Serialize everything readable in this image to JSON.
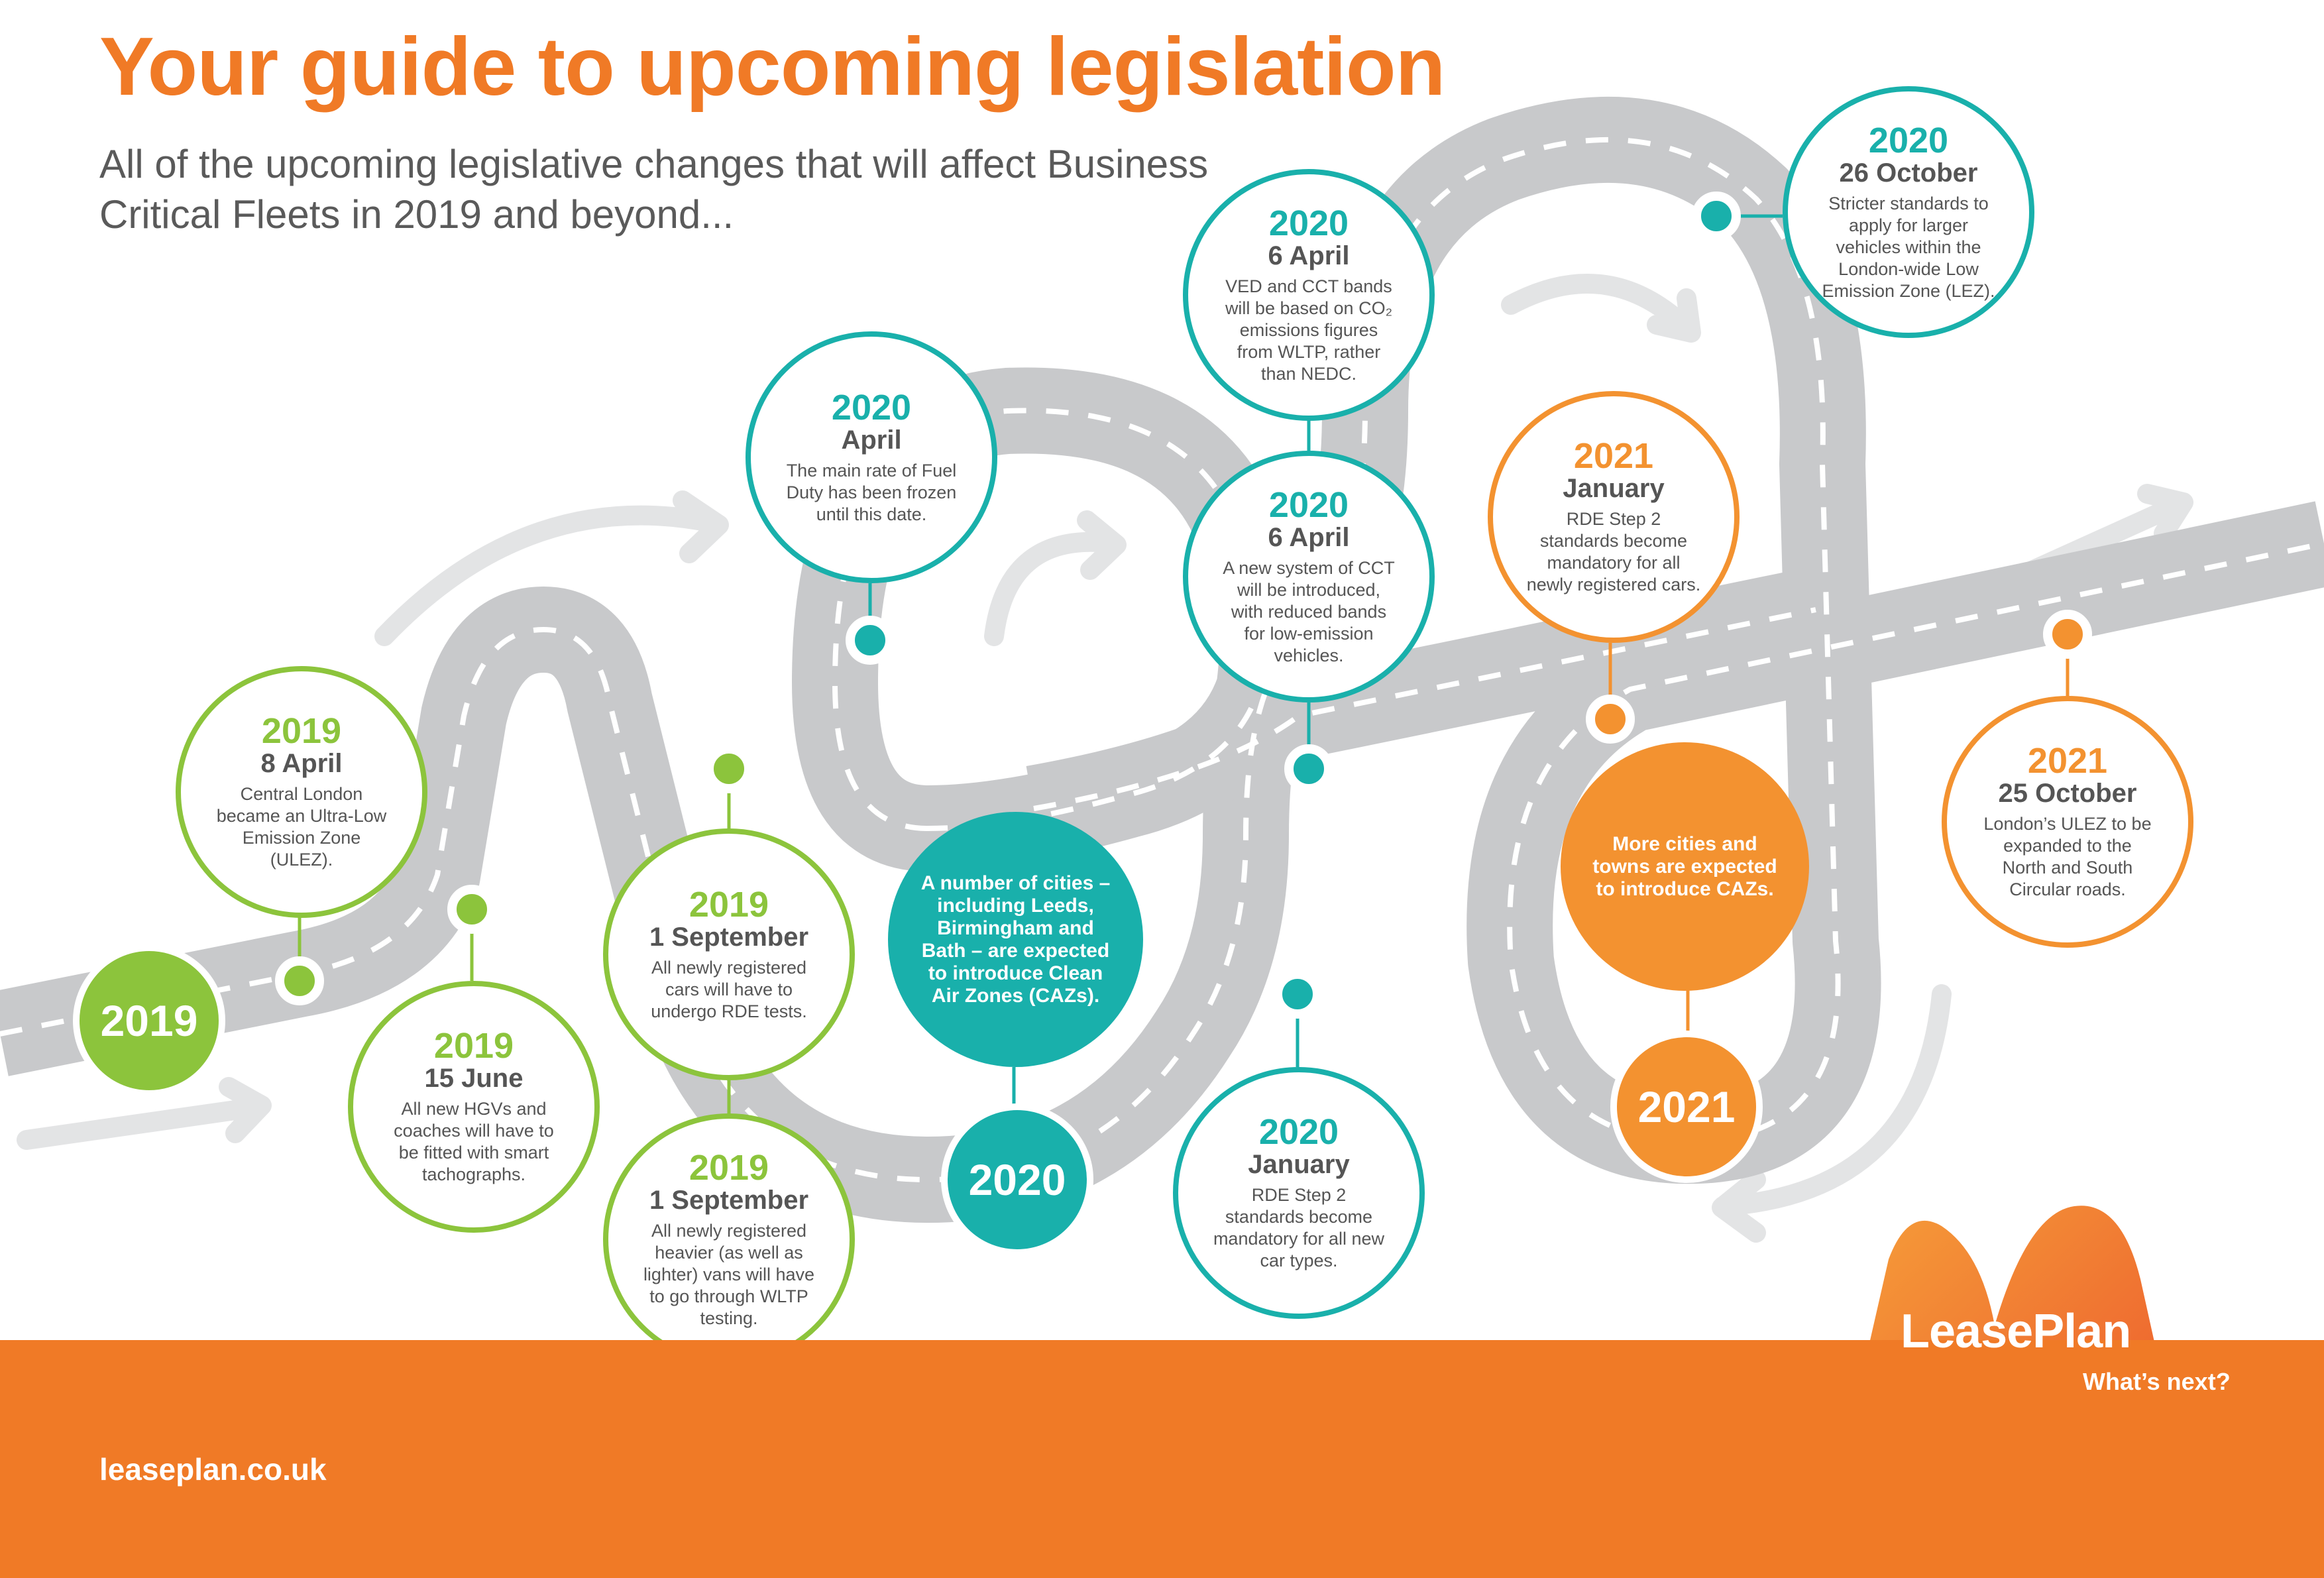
{
  "header": {
    "title": "Your guide to upcoming legislation",
    "subtitle": "All of the upcoming legislative changes that will affect Business Critical Fleets in 2019 and beyond..."
  },
  "colors": {
    "title_orange": "#f07a26",
    "green": "#8cc43c",
    "teal": "#19b0ab",
    "orange": "#f39230",
    "road_grey": "#c8c9cb",
    "footer_orange": "#f07a26"
  },
  "year_markers": {
    "y2019": "2019",
    "y2020": "2020",
    "y2021": "2021"
  },
  "events": {
    "e2019_april": {
      "year": "2019",
      "date": "8 April",
      "text": "Central London became an Ultra-Low Emission Zone (ULEZ)."
    },
    "e2019_june": {
      "year": "2019",
      "date": "15 June",
      "text": "All new HGVs and coaches will have to be fitted with smart tachographs."
    },
    "e2019_sept_a": {
      "year": "2019",
      "date": "1 September",
      "text": "All newly registered cars will have to undergo RDE tests."
    },
    "e2019_sept_b": {
      "year": "2019",
      "date": "1 September",
      "text": "All newly registered heavier (as well as lighter) vans will have to go through WLTP testing."
    },
    "e2020_april": {
      "year": "2020",
      "date": "April",
      "text": "The main rate of Fuel Duty has been frozen until this date."
    },
    "e2020_6april_a": {
      "year": "2020",
      "date": "6 April",
      "text": "VED and CCT bands will be based on CO₂ emissions figures from WLTP, rather than NEDC."
    },
    "e2020_6april_b": {
      "year": "2020",
      "date": "6 April",
      "text": "A new system of CCT will be introduced, with reduced bands for low-emission vehicles."
    },
    "e2020_january": {
      "year": "2020",
      "date": "January",
      "text": "RDE Step 2 standards become mandatory for all new car types."
    },
    "e2020_october": {
      "year": "2020",
      "date": "26 October",
      "text": "Stricter standards to apply for larger vehicles within the London-wide Low Emission Zone (LEZ)."
    },
    "e2021_january": {
      "year": "2021",
      "date": "January",
      "text": "RDE Step 2 standards become mandatory for all newly registered cars."
    },
    "e2021_october": {
      "year": "2021",
      "date": "25 October",
      "text": "London’s ULEZ to be expanded to the North and South Circular roads."
    }
  },
  "highlights": {
    "caz_2020": "A number of cities – including Leeds, Birmingham and Bath – are expected to introduce Clean Air Zones (CAZs).",
    "caz_2021": "More cities and towns are expected to introduce CAZs."
  },
  "footer": {
    "url": "leaseplan.co.uk",
    "brand": "LeasePlan",
    "tagline": "What’s next?"
  }
}
